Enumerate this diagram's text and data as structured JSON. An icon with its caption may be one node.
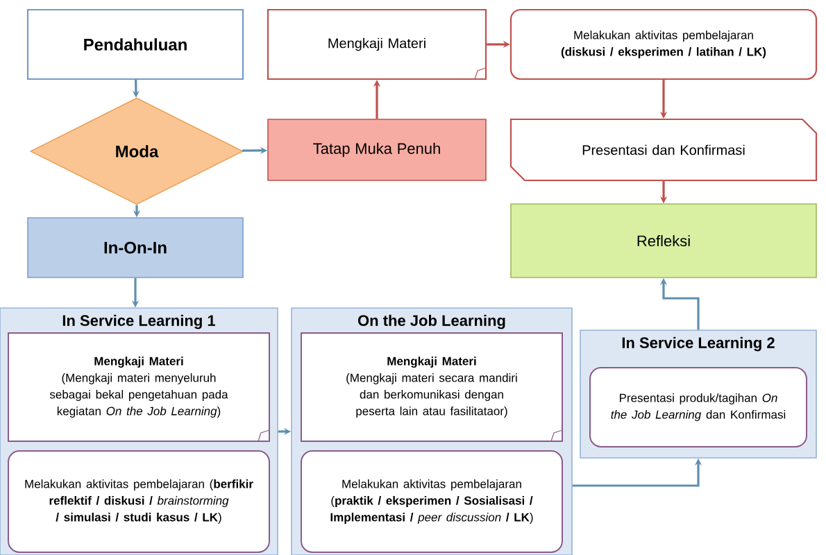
{
  "diagram": {
    "nodes": [
      {
        "text": [
          "Pendahuluan"
        ]
      },
      {
        "text": [
          "Moda"
        ]
      },
      {
        "text": [
          "Tatap Muka Penuh"
        ]
      },
      {
        "text": [
          "Mengkaji Materi"
        ]
      },
      {
        "text": [
          "Melakukan aktivitas pembelajaran **(diskusi / eksperimen / latihan / LK)**"
        ]
      },
      {
        "text": [
          "Presentasi dan Konfirmasi"
        ]
      },
      {
        "text": [
          "Refleksi"
        ]
      },
      {
        "text": [
          "In-On-In"
        ]
      },
      {
        "text": [
          "In Service Learning 1"
        ]
      },
      {
        "text": [
          "Mengkaji Materi",
          "(Mengkaji materi menyeluruh sebagai bekal pengetahuan pada kegiatan *On the Job Learning*)"
        ],
        "in": 8
      },
      {
        "text": [
          "Melakukan aktivitas pembelajaran (**berfikir reflektif / diskusi /** *brainstorming* **/ simulasi / studi kasus / LK**)"
        ],
        "in": 8
      },
      {
        "text": [
          "On the Job Learning"
        ]
      },
      {
        "text": [
          "Mengkaji Materi",
          "(Mengkaji materi secara mandiri dan berkomunikasi dengan peserta lain atau fasilitataor)"
        ],
        "in": 11
      },
      {
        "text": [
          "Melakukan aktivitas pembelajaran (**praktik / eksperimen / Sosialisasi / Implementasi /** *peer discussion* **/ LK**)"
        ],
        "in": 11
      },
      {
        "text": [
          "In Service Learning 2"
        ]
      },
      {
        "text": [
          "Presentasi produk/tagihan *On the Job Learning* dan Konfirmasi"
        ],
        "in": 14
      }
    ],
    "edges": [
      {
        "from": 0,
        "to": 1,
        "arrow": "to"
      },
      {
        "from": 1,
        "to": 2,
        "arrow": "to"
      },
      {
        "from": 1,
        "to": 7,
        "arrow": "to"
      },
      {
        "from": 2,
        "to": 3,
        "arrow": "to",
        "color": "#c0504d"
      },
      {
        "from": 3,
        "to": 4,
        "arrow": "to",
        "color": "#c0504d"
      },
      {
        "from": 4,
        "to": 5,
        "arrow": "to",
        "color": "#c0504d"
      },
      {
        "from": 5,
        "to": 6,
        "arrow": "to",
        "color": "#c0504d"
      },
      {
        "from": 7,
        "to": 8,
        "arrow": "to"
      },
      {
        "from": 8,
        "to": 11,
        "arrow": "to"
      },
      {
        "from": 11,
        "to": 14,
        "arrow": "to"
      },
      {
        "from": 14,
        "to": 6,
        "arrow": "to"
      }
    ]
  }
}
